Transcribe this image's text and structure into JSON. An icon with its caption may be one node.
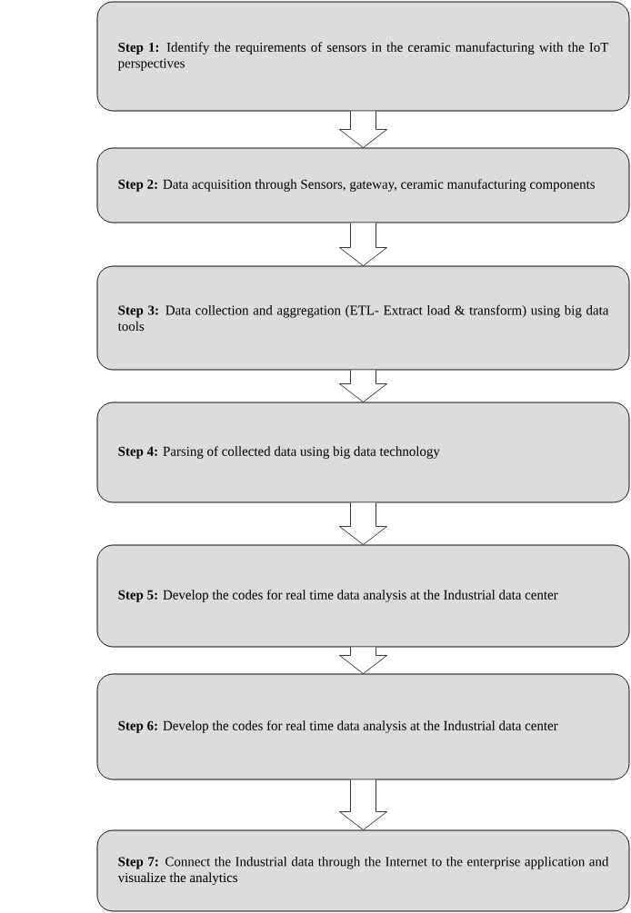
{
  "diagram": {
    "nodes": [
      {
        "text": [
          "**Step 1:** Identify the requirements of sensors in the ceramic manufacturing with the IoT perspectives"
        ]
      },
      {
        "text": [
          "**Step 2:** Data acquisition through Sensors, gateway, ceramic manufacturing components"
        ]
      },
      {
        "text": [
          "**Step 3:** Data collection and aggregation (ETL- Extract load & transform) using big data tools"
        ]
      },
      {
        "text": [
          "**Step 4:** Parsing of collected data using big data technology"
        ]
      },
      {
        "text": [
          "**Step 5:** Develop the codes for real time data analysis at the Industrial data center"
        ]
      },
      {
        "text": [
          "**Step 6:** Develop the codes for real time data analysis at the Industrial data center"
        ]
      },
      {
        "text": [
          "**Step 7:** Connect the Industrial data through the Internet to the enterprise application and visualize the analytics"
        ]
      }
    ],
    "edges": [
      {
        "from": 0,
        "to": 1,
        "arrow": "to"
      },
      {
        "from": 1,
        "to": 2,
        "arrow": "to"
      },
      {
        "from": 2,
        "to": 3,
        "arrow": "to"
      },
      {
        "from": 3,
        "to": 4,
        "arrow": "to"
      },
      {
        "from": 4,
        "to": 5,
        "arrow": "to"
      },
      {
        "from": 5,
        "to": 6,
        "arrow": "to"
      }
    ]
  }
}
